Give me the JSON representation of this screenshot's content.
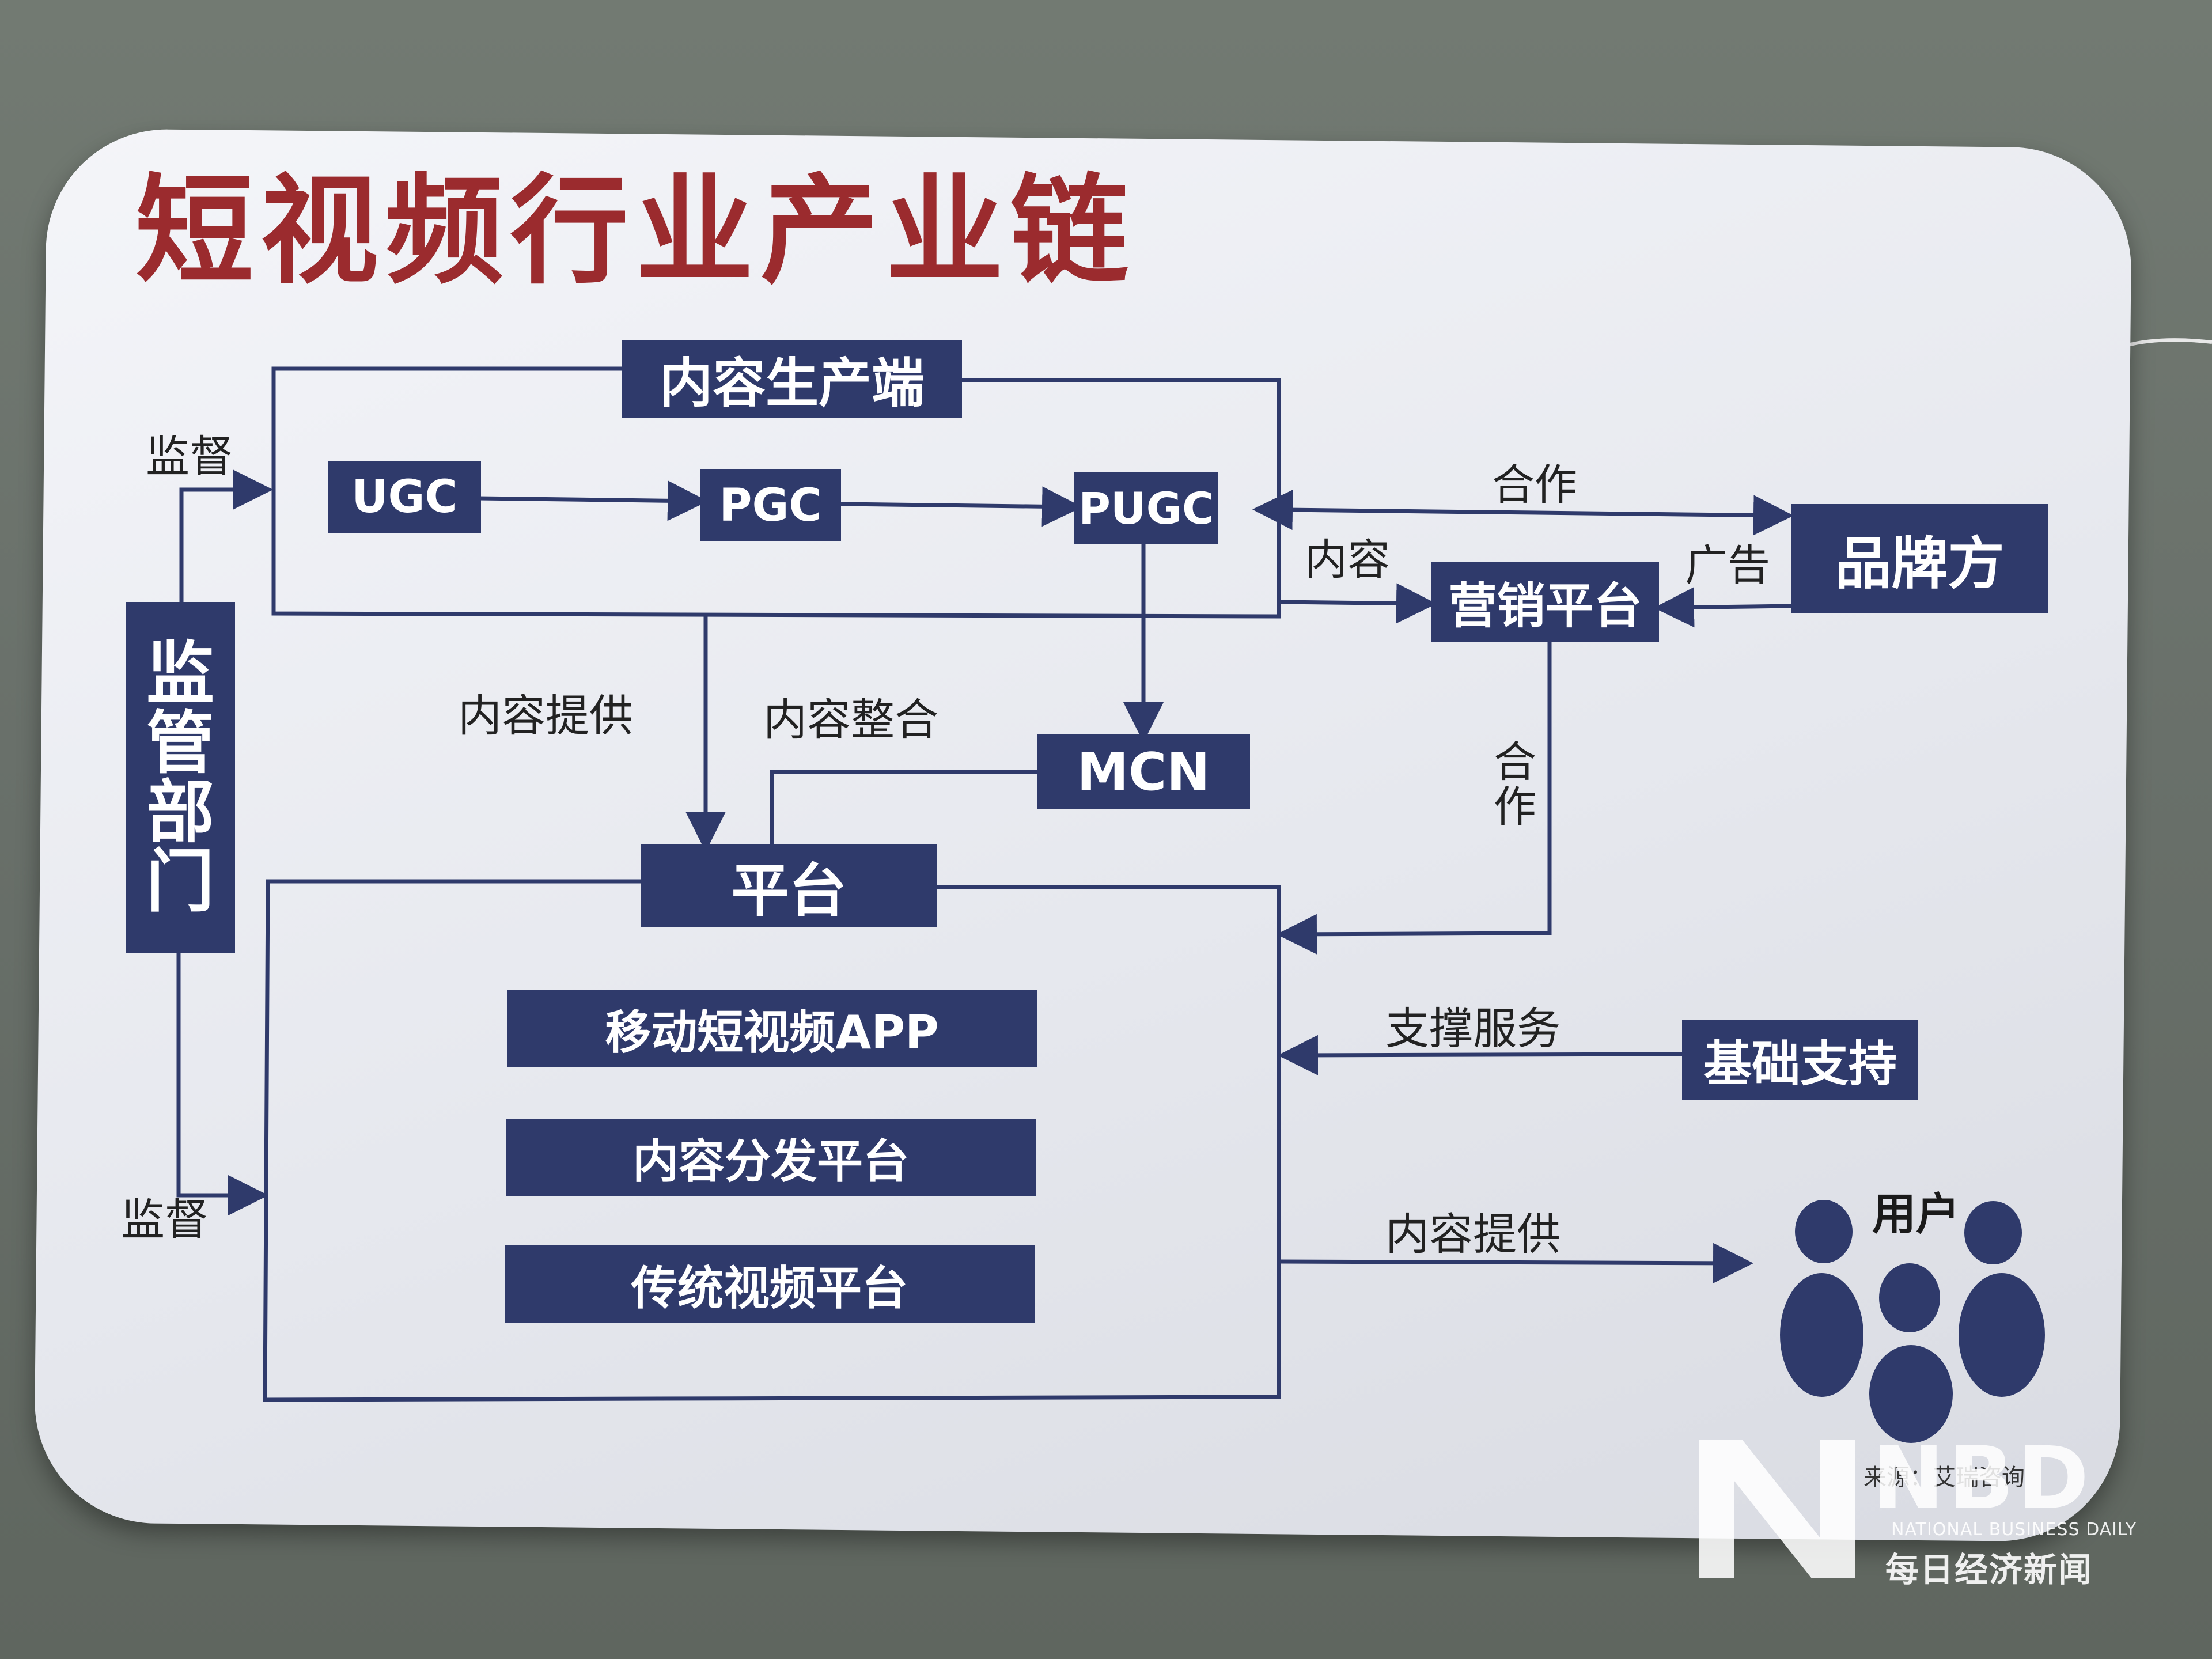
{
  "title": "短视频行业产业链",
  "nodes": {
    "production": "内容生产端",
    "ugc": "UGC",
    "pgc": "PGC",
    "pugc": "PUGC",
    "brand": "品牌方",
    "marketing": "营销平台",
    "mcn": "MCN",
    "regulator": [
      "监",
      "管",
      "部",
      "门"
    ],
    "platform": "平台",
    "app": "移动短视频APP",
    "distribution": "内容分发平台",
    "traditional": "传统视频平台",
    "infra": "基础支持",
    "users": "用户"
  },
  "edge_labels": {
    "supervise_top": "监督",
    "supervise_bottom": "监督",
    "cooperate_brand": "合作",
    "content": "内容",
    "advertising": "广告",
    "content_provide": "内容提供",
    "content_integrate": "内容整合",
    "cooperate_vertical": [
      "合",
      "作"
    ],
    "support_service": "支撑服务",
    "content_provide_users": "内容提供"
  },
  "source": "来源：艾瑞咨询",
  "watermark": {
    "mark": "NBD",
    "english": "NATIONAL BUSINESS DAILY",
    "chinese": "每日经济新闻"
  },
  "colors": {
    "navy": "#2f3a6b",
    "title_red": "#9b2b2e",
    "board": "#e9ebf0",
    "wall": "#6b716a"
  }
}
